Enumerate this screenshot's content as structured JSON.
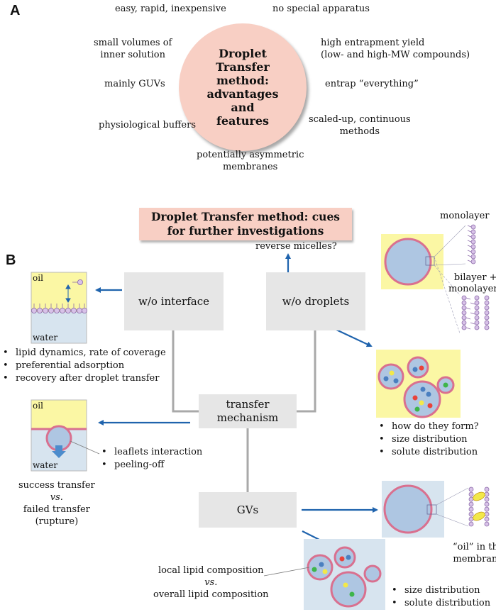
{
  "panel_a": {
    "letter": "A",
    "center_lines": [
      "Droplet",
      "Transfer",
      "method:",
      "advantages",
      "and",
      "features"
    ],
    "features": {
      "easy": "easy, rapid, inexpensive",
      "apparatus": "no special apparatus",
      "small_volumes": [
        "small volumes of",
        "inner solution"
      ],
      "entrapment": [
        "high entrapment yield",
        "(low- and high-MW compounds)"
      ],
      "guvs": "mainly GUVs",
      "everything": "entrap “everything”",
      "buffers": "physiological buffers",
      "scaled": [
        "scaled-up, continuous",
        "methods"
      ],
      "asymmetric": [
        "potentially asymmetric",
        "membranes"
      ]
    }
  },
  "panel_b": {
    "letter": "B",
    "cues_title": [
      "Droplet Transfer method: cues",
      "for further investigations"
    ],
    "boxes": {
      "interface": "w/o interface",
      "droplets": "w/o droplets",
      "mechanism": [
        "transfer",
        "mechanism"
      ],
      "gvs": "GVs"
    },
    "reverse_micelles": "reverse micelles?",
    "monolayer": "monolayer",
    "bilayer": [
      "bilayer +",
      "monolayer?"
    ],
    "oil": "oil",
    "water": "water",
    "interface_bullets": [
      "lipid dynamics, rate of coverage",
      "preferential adsorption",
      "recovery after droplet transfer"
    ],
    "droplet_bullets": [
      "how do they form?",
      "size distribution",
      "solute distribution"
    ],
    "mechanism_bullets": [
      "leaflets interaction",
      "peeling-off"
    ],
    "success": [
      "success transfer",
      "vs.",
      "failed transfer",
      "(rupture)"
    ],
    "oil_membrane": [
      "“oil” in the",
      "membrane"
    ],
    "lipid_comp": [
      "local lipid composition",
      "vs.",
      "overall lipid composition"
    ],
    "gv_bullets": [
      "size distribution",
      "solute distribution"
    ]
  },
  "colors": {
    "pink": "#f8cfc4",
    "oil_yellow": "#fbf7a4",
    "water_blue": "#d7e4ef",
    "vesicle_blue": "#aec6e2",
    "vesicle_rim": "#d9708f",
    "arrow_blue": "#1f63ad",
    "box_gray": "#e6e6e6",
    "connector_gray": "#a9a9a9"
  }
}
